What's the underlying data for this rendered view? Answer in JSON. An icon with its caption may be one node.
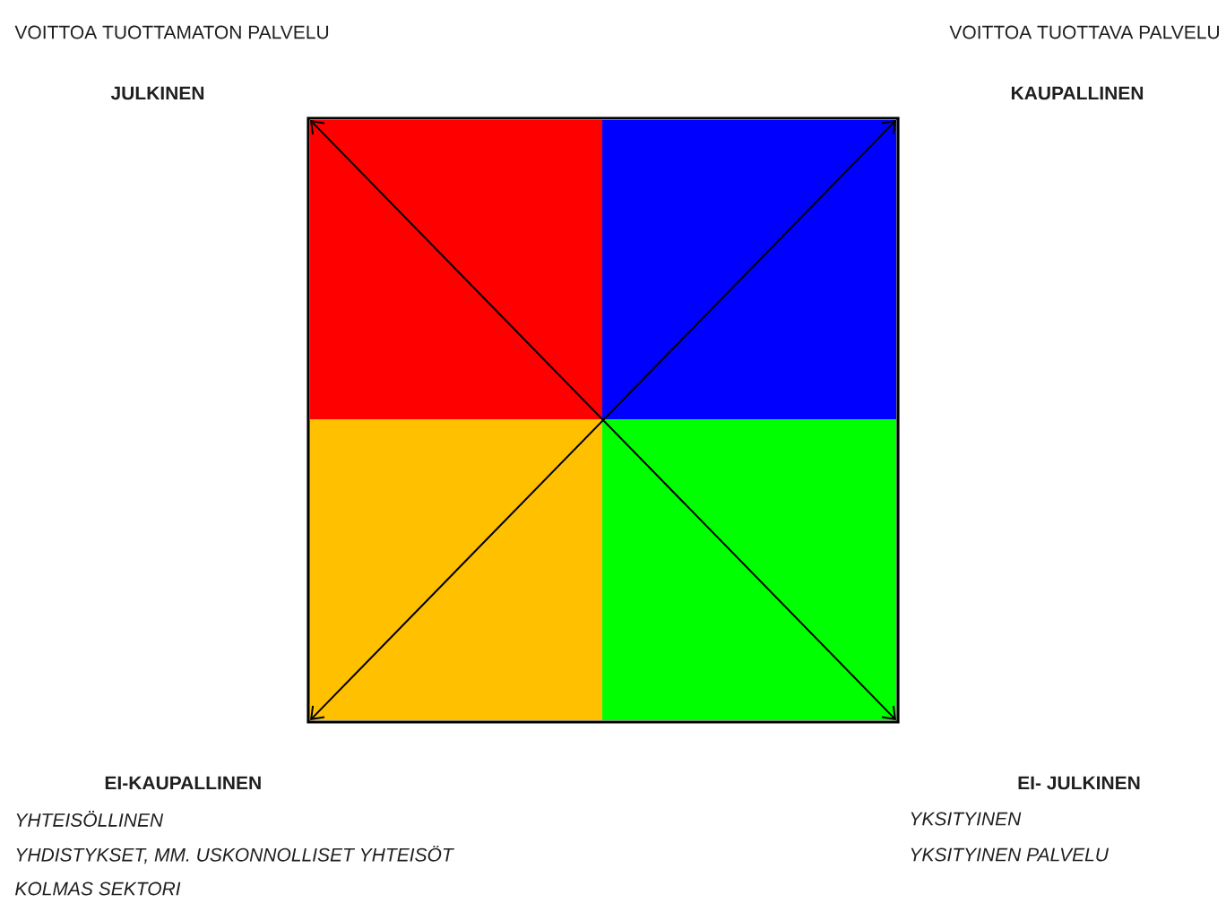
{
  "diagram": {
    "labels": [
      "VOITTOA TUOTTAMATON PALVELU",
      "VOITTOA TUOTTAVA PALVELU",
      "JULKINEN",
      "KAUPALLINEN",
      "EI-KAUPALLINEN",
      "YHTEISÖLLINEN",
      "YHDISTYKSET, MM. USKONNOLLISET YHTEISÖT",
      "KOLMAS SEKTORI",
      "EI- JULKINEN",
      "YKSITYINEN",
      "YKSITYINEN PALVELU"
    ]
  }
}
